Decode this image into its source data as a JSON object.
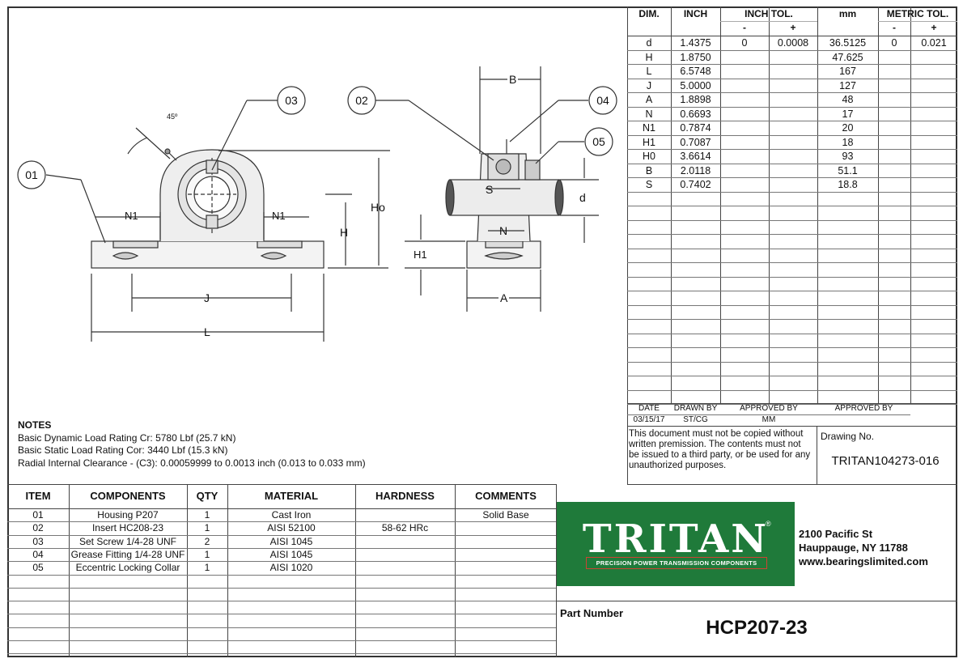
{
  "dim_table": {
    "headers": [
      "DIM.",
      "INCH",
      "INCH TOL.",
      "mm",
      "METRIC TOL."
    ],
    "tol_signs": [
      "-",
      "+",
      "-",
      "+"
    ],
    "rows": [
      {
        "dim": "d",
        "inch": "1.4375",
        "tol_minus": "0",
        "tol_plus": "0.0008",
        "mm": "36.5125",
        "mtol_minus": "0",
        "mtol_plus": "0.021"
      },
      {
        "dim": "H",
        "inch": "1.8750",
        "tol_minus": "",
        "tol_plus": "",
        "mm": "47.625",
        "mtol_minus": "",
        "mtol_plus": ""
      },
      {
        "dim": "L",
        "inch": "6.5748",
        "tol_minus": "",
        "tol_plus": "",
        "mm": "167",
        "mtol_minus": "",
        "mtol_plus": ""
      },
      {
        "dim": "J",
        "inch": "5.0000",
        "tol_minus": "",
        "tol_plus": "",
        "mm": "127",
        "mtol_minus": "",
        "mtol_plus": ""
      },
      {
        "dim": "A",
        "inch": "1.8898",
        "tol_minus": "",
        "tol_plus": "",
        "mm": "48",
        "mtol_minus": "",
        "mtol_plus": ""
      },
      {
        "dim": "N",
        "inch": "0.6693",
        "tol_minus": "",
        "tol_plus": "",
        "mm": "17",
        "mtol_minus": "",
        "mtol_plus": ""
      },
      {
        "dim": "N1",
        "inch": "0.7874",
        "tol_minus": "",
        "tol_plus": "",
        "mm": "20",
        "mtol_minus": "",
        "mtol_plus": ""
      },
      {
        "dim": "H1",
        "inch": "0.7087",
        "tol_minus": "",
        "tol_plus": "",
        "mm": "18",
        "mtol_minus": "",
        "mtol_plus": ""
      },
      {
        "dim": "H0",
        "inch": "3.6614",
        "tol_minus": "",
        "tol_plus": "",
        "mm": "93",
        "mtol_minus": "",
        "mtol_plus": ""
      },
      {
        "dim": "B",
        "inch": "2.0118",
        "tol_minus": "",
        "tol_plus": "",
        "mm": "51.1",
        "mtol_minus": "",
        "mtol_plus": ""
      },
      {
        "dim": "S",
        "inch": "0.7402",
        "tol_minus": "",
        "tol_plus": "",
        "mm": "18.8",
        "mtol_minus": "",
        "mtol_plus": ""
      }
    ]
  },
  "approval": {
    "headers": [
      "DATE",
      "DRAWN BY",
      "APPROVED BY",
      "APPROVED BY"
    ],
    "values": [
      "03/15/17",
      "ST/CG",
      "MM",
      ""
    ]
  },
  "disclaimer": "This document must not be copied without written premission. The contents must not be issued to a third party, or be used for any unauthorized purposes.",
  "drawing": {
    "label": "Drawing No.",
    "number": "TRITAN104273-016"
  },
  "notes": {
    "title": "NOTES",
    "lines": [
      "Basic Dynamic Load Rating Cr: 5780 Lbf (25.7 kN)",
      "Basic Static Load Rating Cor: 3440 Lbf (15.3 kN)",
      "Radial Internal Clearance - (C3): 0.00059999 to 0.0013 inch (0.013 to 0.033 mm)"
    ]
  },
  "bom": {
    "headers": [
      "ITEM",
      "COMPONENTS",
      "QTY",
      "MATERIAL",
      "HARDNESS",
      "COMMENTS"
    ],
    "rows": [
      [
        "01",
        "Housing P207",
        "1",
        "Cast Iron",
        "",
        "Solid Base"
      ],
      [
        "02",
        "Insert HC208-23",
        "1",
        "AISI 52100",
        "58-62 HRc",
        ""
      ],
      [
        "03",
        "Set Screw  1/4-28 UNF",
        "2",
        "AISI 1045",
        "",
        ""
      ],
      [
        "04",
        "Grease Fitting 1/4-28 UNF",
        "1",
        "AISI 1045",
        "",
        ""
      ],
      [
        "05",
        "Eccentric Locking Collar",
        "1",
        "AISI 1020",
        "",
        ""
      ]
    ]
  },
  "company": {
    "logo_text": "TRITAN",
    "tagline": "PRECISION POWER TRANSMISSION COMPONENTS",
    "address": [
      "2100 Pacific St",
      "Hauppauge, NY 11788",
      "www.bearingslimited.com"
    ],
    "brand_color": "#1f7a3a"
  },
  "part": {
    "label": "Part Number",
    "number": "HCP207-23"
  },
  "drawing_labels": {
    "callouts": [
      "01",
      "02",
      "03",
      "04",
      "05"
    ],
    "angle": "45º",
    "dims": [
      "N1",
      "N1",
      "H",
      "Ho",
      "J",
      "L",
      "B",
      "S",
      "N",
      "d",
      "H1",
      "A"
    ]
  }
}
